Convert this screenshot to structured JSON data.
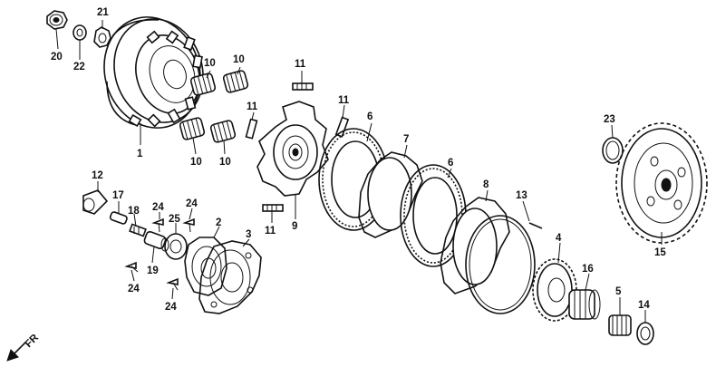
{
  "diagram": {
    "callouts": [
      {
        "id": "c20",
        "label": "20"
      },
      {
        "id": "c21",
        "label": "21"
      },
      {
        "id": "c22",
        "label": "22"
      },
      {
        "id": "c1",
        "label": "1"
      },
      {
        "id": "c10a",
        "label": "10"
      },
      {
        "id": "c10b",
        "label": "10"
      },
      {
        "id": "c10c",
        "label": "10"
      },
      {
        "id": "c10d",
        "label": "10"
      },
      {
        "id": "c11a",
        "label": "11"
      },
      {
        "id": "c11b",
        "label": "11"
      },
      {
        "id": "c11c",
        "label": "11"
      },
      {
        "id": "c11d",
        "label": "11"
      },
      {
        "id": "c9",
        "label": "9"
      },
      {
        "id": "c6a",
        "label": "6"
      },
      {
        "id": "c7",
        "label": "7"
      },
      {
        "id": "c6b",
        "label": "6"
      },
      {
        "id": "c8",
        "label": "8"
      },
      {
        "id": "c13",
        "label": "13"
      },
      {
        "id": "c23",
        "label": "23"
      },
      {
        "id": "c15",
        "label": "15"
      },
      {
        "id": "c12",
        "label": "12"
      },
      {
        "id": "c17",
        "label": "17"
      },
      {
        "id": "c18",
        "label": "18"
      },
      {
        "id": "c24a",
        "label": "24"
      },
      {
        "id": "c24b",
        "label": "24"
      },
      {
        "id": "c25",
        "label": "25"
      },
      {
        "id": "c2",
        "label": "2"
      },
      {
        "id": "c3",
        "label": "3"
      },
      {
        "id": "c19",
        "label": "19"
      },
      {
        "id": "c24c",
        "label": "24"
      },
      {
        "id": "c24d",
        "label": "24"
      },
      {
        "id": "c4",
        "label": "4"
      },
      {
        "id": "c16",
        "label": "16"
      },
      {
        "id": "c5",
        "label": "5"
      },
      {
        "id": "c14",
        "label": "14"
      }
    ],
    "direction_label": "FR"
  }
}
